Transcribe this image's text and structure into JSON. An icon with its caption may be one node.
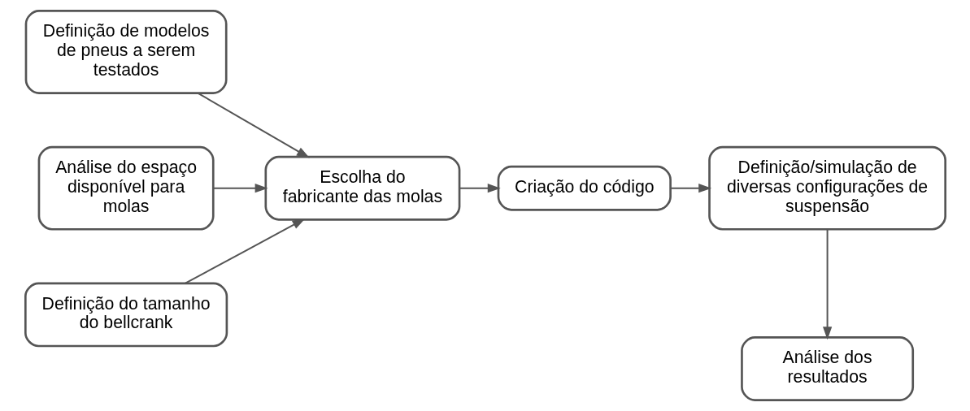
{
  "diagram": {
    "nodes": [
      {
        "text": [
          "Definição de modelos de pneus a serem testados"
        ]
      },
      {
        "text": [
          "Análise do espaço disponível para molas"
        ]
      },
      {
        "text": [
          "Definição do tamanho do bellcrank"
        ]
      },
      {
        "text": [
          "Escolha do fabricante das molas"
        ]
      },
      {
        "text": [
          "Criação do código"
        ]
      },
      {
        "text": [
          "Definição/simulação de diversas configurações de suspensão"
        ]
      },
      {
        "text": [
          "Análise dos resultados"
        ]
      }
    ],
    "edges": [
      {
        "from": 0,
        "to": 3,
        "arrow": "to"
      },
      {
        "from": 1,
        "to": 3,
        "arrow": "to"
      },
      {
        "from": 2,
        "to": 3,
        "arrow": "to"
      },
      {
        "from": 3,
        "to": 4,
        "arrow": "to"
      },
      {
        "from": 4,
        "to": 5,
        "arrow": "to"
      },
      {
        "from": 5,
        "to": 6,
        "arrow": "to"
      }
    ]
  }
}
